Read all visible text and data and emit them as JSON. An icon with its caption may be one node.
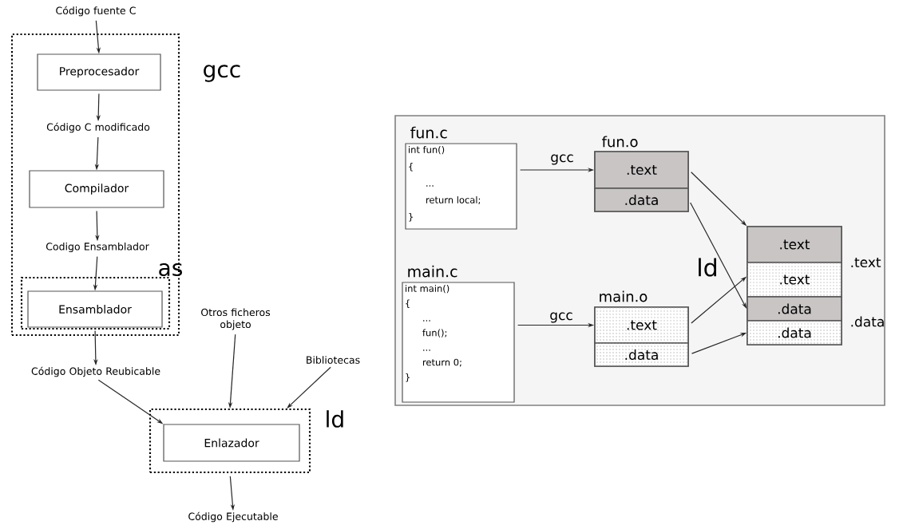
{
  "diagram": {
    "nodes": [
      {
        "text": [
          "Código fuente C"
        ]
      },
      {
        "text": [
          "gcc"
        ]
      },
      {
        "text": [
          "Preprocesador"
        ],
        "in": 1
      },
      {
        "text": [
          "Código C modificado"
        ],
        "in": 1
      },
      {
        "text": [
          "Compilador"
        ],
        "in": 1
      },
      {
        "text": [
          "Codigo Ensamblador"
        ],
        "in": 1
      },
      {
        "text": [
          "as"
        ],
        "in": 1
      },
      {
        "text": [
          "Ensamblador"
        ],
        "in": 6
      },
      {
        "text": [
          "Código Objeto Reubicable"
        ]
      },
      {
        "text": [
          "Otros ficheros objeto"
        ]
      },
      {
        "text": [
          "Bibliotecas"
        ]
      },
      {
        "text": [
          "ld"
        ]
      },
      {
        "text": [
          "Enlazador"
        ],
        "in": 11
      },
      {
        "text": [
          "Código Ejecutable"
        ]
      },
      {
        "text": [],
        "shape": "box"
      },
      {
        "text": [
          "fun.c",
          "int fun()",
          "{",
          "...",
          "return local;",
          "}"
        ],
        "in": 14
      },
      {
        "text": [
          "main.c",
          "int main()",
          "{",
          "...",
          "fun();",
          "...",
          "return 0;",
          "}"
        ],
        "in": 14
      },
      {
        "text": [
          "fun.o"
        ],
        "in": 14
      },
      {
        "text": [
          ".text"
        ],
        "in": 17
      },
      {
        "text": [
          ".data"
        ],
        "in": 17
      },
      {
        "text": [
          "main.o"
        ],
        "in": 14
      },
      {
        "text": [
          ".text"
        ],
        "in": 20
      },
      {
        "text": [
          ".data"
        ],
        "in": 20
      },
      {
        "text": [],
        "shape": "box",
        "in": 14,
        "beside": [
          ".text",
          ".data"
        ]
      },
      {
        "text": [
          ".text"
        ],
        "in": 23
      },
      {
        "text": [
          ".text"
        ],
        "in": 23
      },
      {
        "text": [
          ".data"
        ],
        "in": 23
      },
      {
        "text": [
          ".data"
        ],
        "in": 23
      }
    ],
    "edges": [
      {
        "from": 0,
        "to": 2,
        "arrow": "to"
      },
      {
        "from": 2,
        "to": 3,
        "arrow": "to"
      },
      {
        "from": 3,
        "to": 4,
        "arrow": "to"
      },
      {
        "from": 4,
        "to": 5,
        "arrow": "to"
      },
      {
        "from": 5,
        "to": 7,
        "arrow": "to"
      },
      {
        "from": 7,
        "to": 8,
        "arrow": "to"
      },
      {
        "from": 8,
        "to": 12,
        "arrow": "to"
      },
      {
        "from": 9,
        "to": 11,
        "arrow": "to"
      },
      {
        "from": 10,
        "to": 11,
        "arrow": "to"
      },
      {
        "from": 11,
        "to": 13,
        "arrow": "to"
      },
      {
        "from": 15,
        "to": 18,
        "arrow": "to",
        "label": "gcc"
      },
      {
        "from": 16,
        "to": 21,
        "arrow": "to",
        "label": "gcc"
      },
      {
        "from": 18,
        "to": 24,
        "arrow": "to"
      },
      {
        "from": 19,
        "to": 26,
        "arrow": "to"
      },
      {
        "from": 21,
        "to": 25,
        "arrow": "to"
      },
      {
        "from": 22,
        "to": 27,
        "arrow": "to"
      }
    ],
    "labels": [
      "ld"
    ]
  }
}
